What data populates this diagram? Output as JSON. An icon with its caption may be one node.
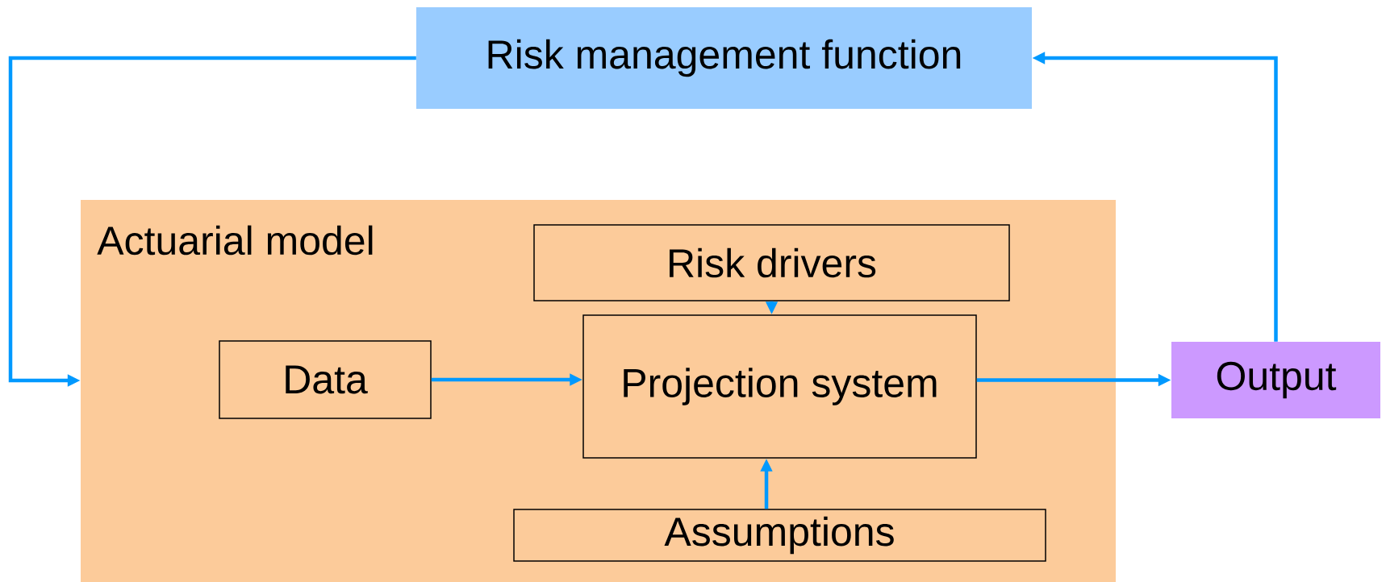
{
  "diagram": {
    "nodes": [
      {
        "text": [
          "Risk management function"
        ]
      },
      {
        "text": [
          "Actuarial model"
        ]
      },
      {
        "text": [
          "Risk drivers"
        ],
        "in": 1
      },
      {
        "text": [
          "Data"
        ],
        "in": 1
      },
      {
        "text": [
          "Projection system"
        ],
        "in": 1
      },
      {
        "text": [
          "Assumptions"
        ],
        "in": 1
      },
      {
        "text": [
          "Output"
        ]
      }
    ],
    "edges": [
      {
        "from": 0,
        "to": 1,
        "arrow": "to"
      },
      {
        "from": 3,
        "to": 4,
        "arrow": "to"
      },
      {
        "from": 2,
        "to": 4,
        "arrow": "to"
      },
      {
        "from": 5,
        "to": 4,
        "arrow": "to"
      },
      {
        "from": 4,
        "to": 6,
        "arrow": "to"
      },
      {
        "from": 6,
        "to": 0,
        "arrow": "to"
      }
    ]
  }
}
